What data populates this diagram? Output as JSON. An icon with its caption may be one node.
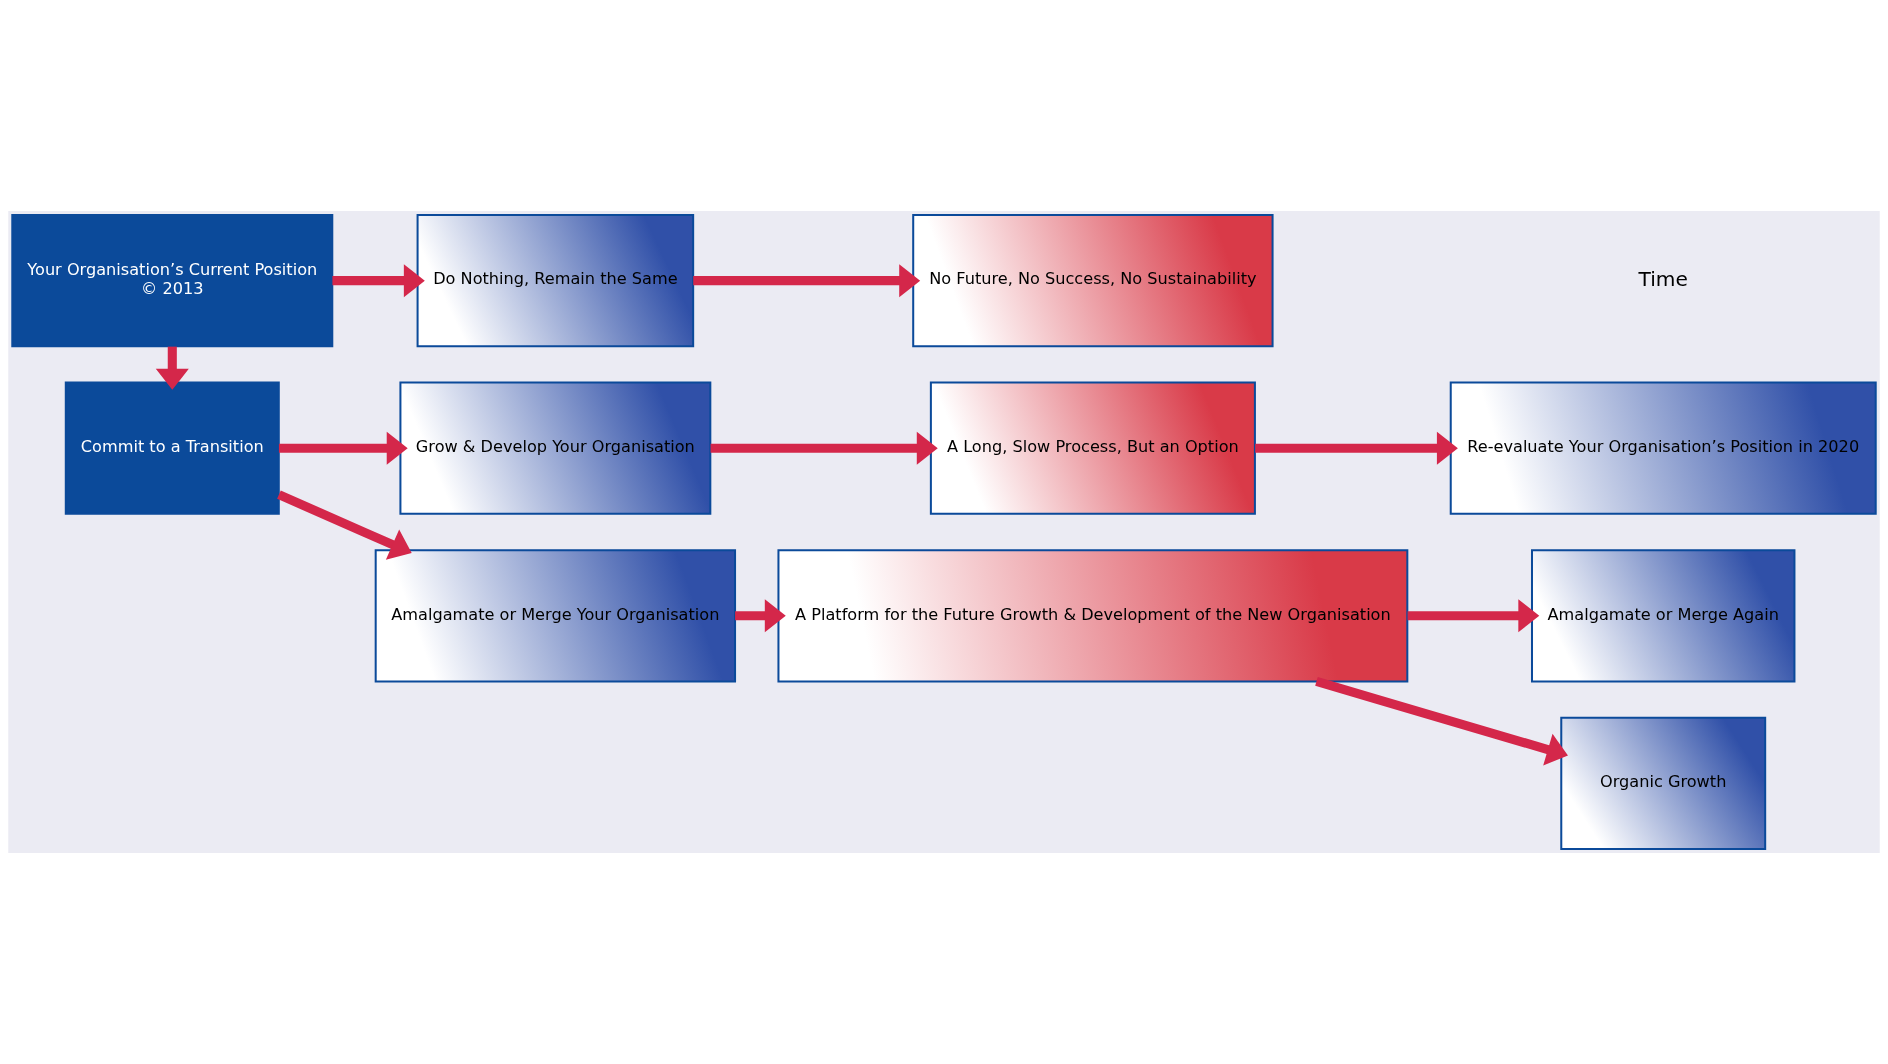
{
  "diagram": {
    "nodes": [
      {
        "text": [
          "Your Organisation’s Current Position",
          "© 2013"
        ]
      },
      {
        "text": [
          "Commit to a Transition"
        ]
      },
      {
        "text": [
          "Grow & Develop Your Organisation"
        ]
      },
      {
        "text": [
          "A Long, Slow Process, But an Option"
        ]
      },
      {
        "text": [
          "Re-evaluate Your Organisation’s Position in 2020"
        ]
      },
      {
        "text": [
          "Amalgamate or Merge Your Organisation"
        ]
      },
      {
        "text": [
          "A Platform for the Future Growth & Development of the New Organisation"
        ]
      },
      {
        "text": [
          "Amalgamate or Merge Again"
        ]
      },
      {
        "text": [
          "Organic Growth"
        ]
      },
      {
        "text": [
          "Do Nothing, Remain the Same"
        ]
      },
      {
        "text": [
          "No Future, No Success, No Sustainability"
        ]
      }
    ],
    "edges": [
      {
        "from": 0,
        "to": 1,
        "arrow": "to"
      },
      {
        "from": 1,
        "to": 2,
        "arrow": "to"
      },
      {
        "from": 2,
        "to": 3,
        "arrow": "to"
      },
      {
        "from": 3,
        "to": 4,
        "arrow": "to"
      },
      {
        "from": 1,
        "to": 5,
        "arrow": "to"
      },
      {
        "from": 5,
        "to": 6,
        "arrow": "to"
      },
      {
        "from": 6,
        "to": 7,
        "arrow": "to"
      },
      {
        "from": 6,
        "to": 8,
        "arrow": "to"
      },
      {
        "from": 0,
        "to": 9,
        "arrow": "to"
      },
      {
        "from": 9,
        "to": 10,
        "arrow": "to"
      }
    ],
    "labels": [
      "Time"
    ]
  }
}
